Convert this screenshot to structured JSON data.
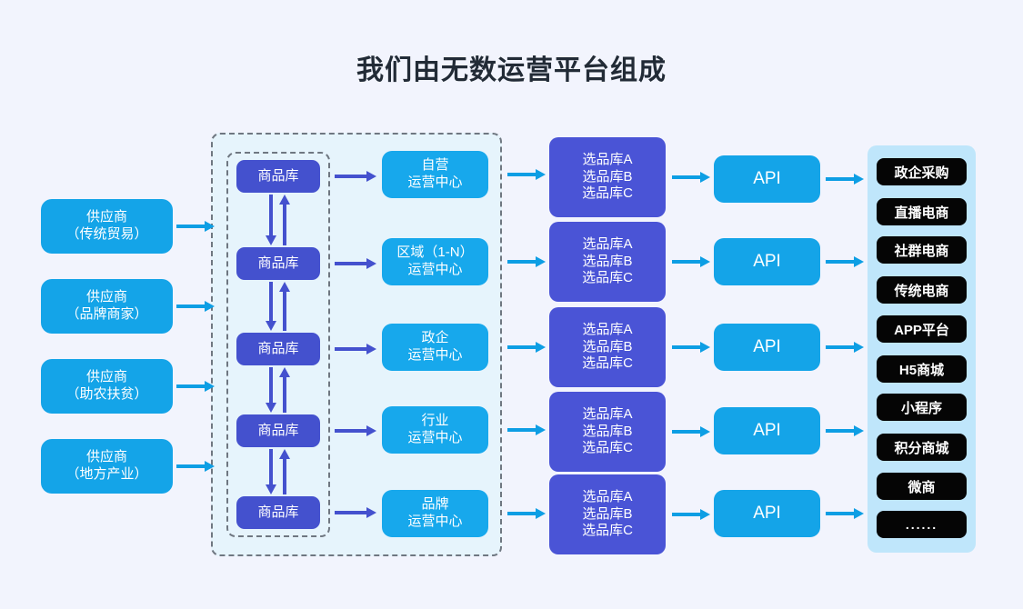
{
  "page": {
    "title": "我们由无数运营平台组成",
    "background": "#f2f4fd"
  },
  "colors": {
    "title_text": "#222b36",
    "supplier_box": "#14a4e8",
    "warehouse_box": "#4451ce",
    "opcenter_box": "#17a8ec",
    "selection_box": "#4a54d6",
    "api_box": "#14a4e8",
    "channel_panel": "#bfe6fb",
    "channel_pill": "#050505",
    "dashed_border": "#6f7781",
    "dashed_fill": "#e6f4fc",
    "arrow_cyan": "#0d9ee4",
    "arrow_indigo": "#4451ce"
  },
  "suppliers": {
    "label": "供应商列",
    "items": [
      {
        "line1": "供应商",
        "line2": "（传统贸易）"
      },
      {
        "line1": "供应商",
        "line2": "（品牌商家）"
      },
      {
        "line1": "供应商",
        "line2": "（助农扶贫）"
      },
      {
        "line1": "供应商",
        "line2": "（地方产业）"
      }
    ]
  },
  "warehouses": {
    "label": "商品库列",
    "items": [
      {
        "line1": "商品库"
      },
      {
        "line1": "商品库"
      },
      {
        "line1": "商品库"
      },
      {
        "line1": "商品库"
      },
      {
        "line1": "商品库"
      }
    ]
  },
  "opcenters": {
    "label": "运营中心列",
    "items": [
      {
        "line1": "自营",
        "line2": "运营中心"
      },
      {
        "line1": "区域（1-N）",
        "line2": "运营中心"
      },
      {
        "line1": "政企",
        "line2": "运营中心"
      },
      {
        "line1": "行业",
        "line2": "运营中心"
      },
      {
        "line1": "品牌",
        "line2": "运营中心"
      }
    ]
  },
  "selections": {
    "label": "选品库列",
    "items": [
      {
        "line1": "选品库A",
        "line2": "选品库B",
        "line3": "选品库C"
      },
      {
        "line1": "选品库A",
        "line2": "选品库B",
        "line3": "选品库C"
      },
      {
        "line1": "选品库A",
        "line2": "选品库B",
        "line3": "选品库C"
      },
      {
        "line1": "选品库A",
        "line2": "选品库B",
        "line3": "选品库C"
      },
      {
        "line1": "选品库A",
        "line2": "选品库B",
        "line3": "选品库C"
      }
    ]
  },
  "apis": {
    "label": "API列",
    "items": [
      {
        "line1": "API"
      },
      {
        "line1": "API"
      },
      {
        "line1": "API"
      },
      {
        "line1": "API"
      },
      {
        "line1": "API"
      }
    ]
  },
  "channels": {
    "label": "渠道列",
    "items": [
      {
        "label": "政企采购"
      },
      {
        "label": "直播电商"
      },
      {
        "label": "社群电商"
      },
      {
        "label": "传统电商"
      },
      {
        "label": "APP平台"
      },
      {
        "label": "H5商城"
      },
      {
        "label": "小程序"
      },
      {
        "label": "积分商城"
      },
      {
        "label": "微商"
      },
      {
        "label": "……"
      }
    ]
  }
}
